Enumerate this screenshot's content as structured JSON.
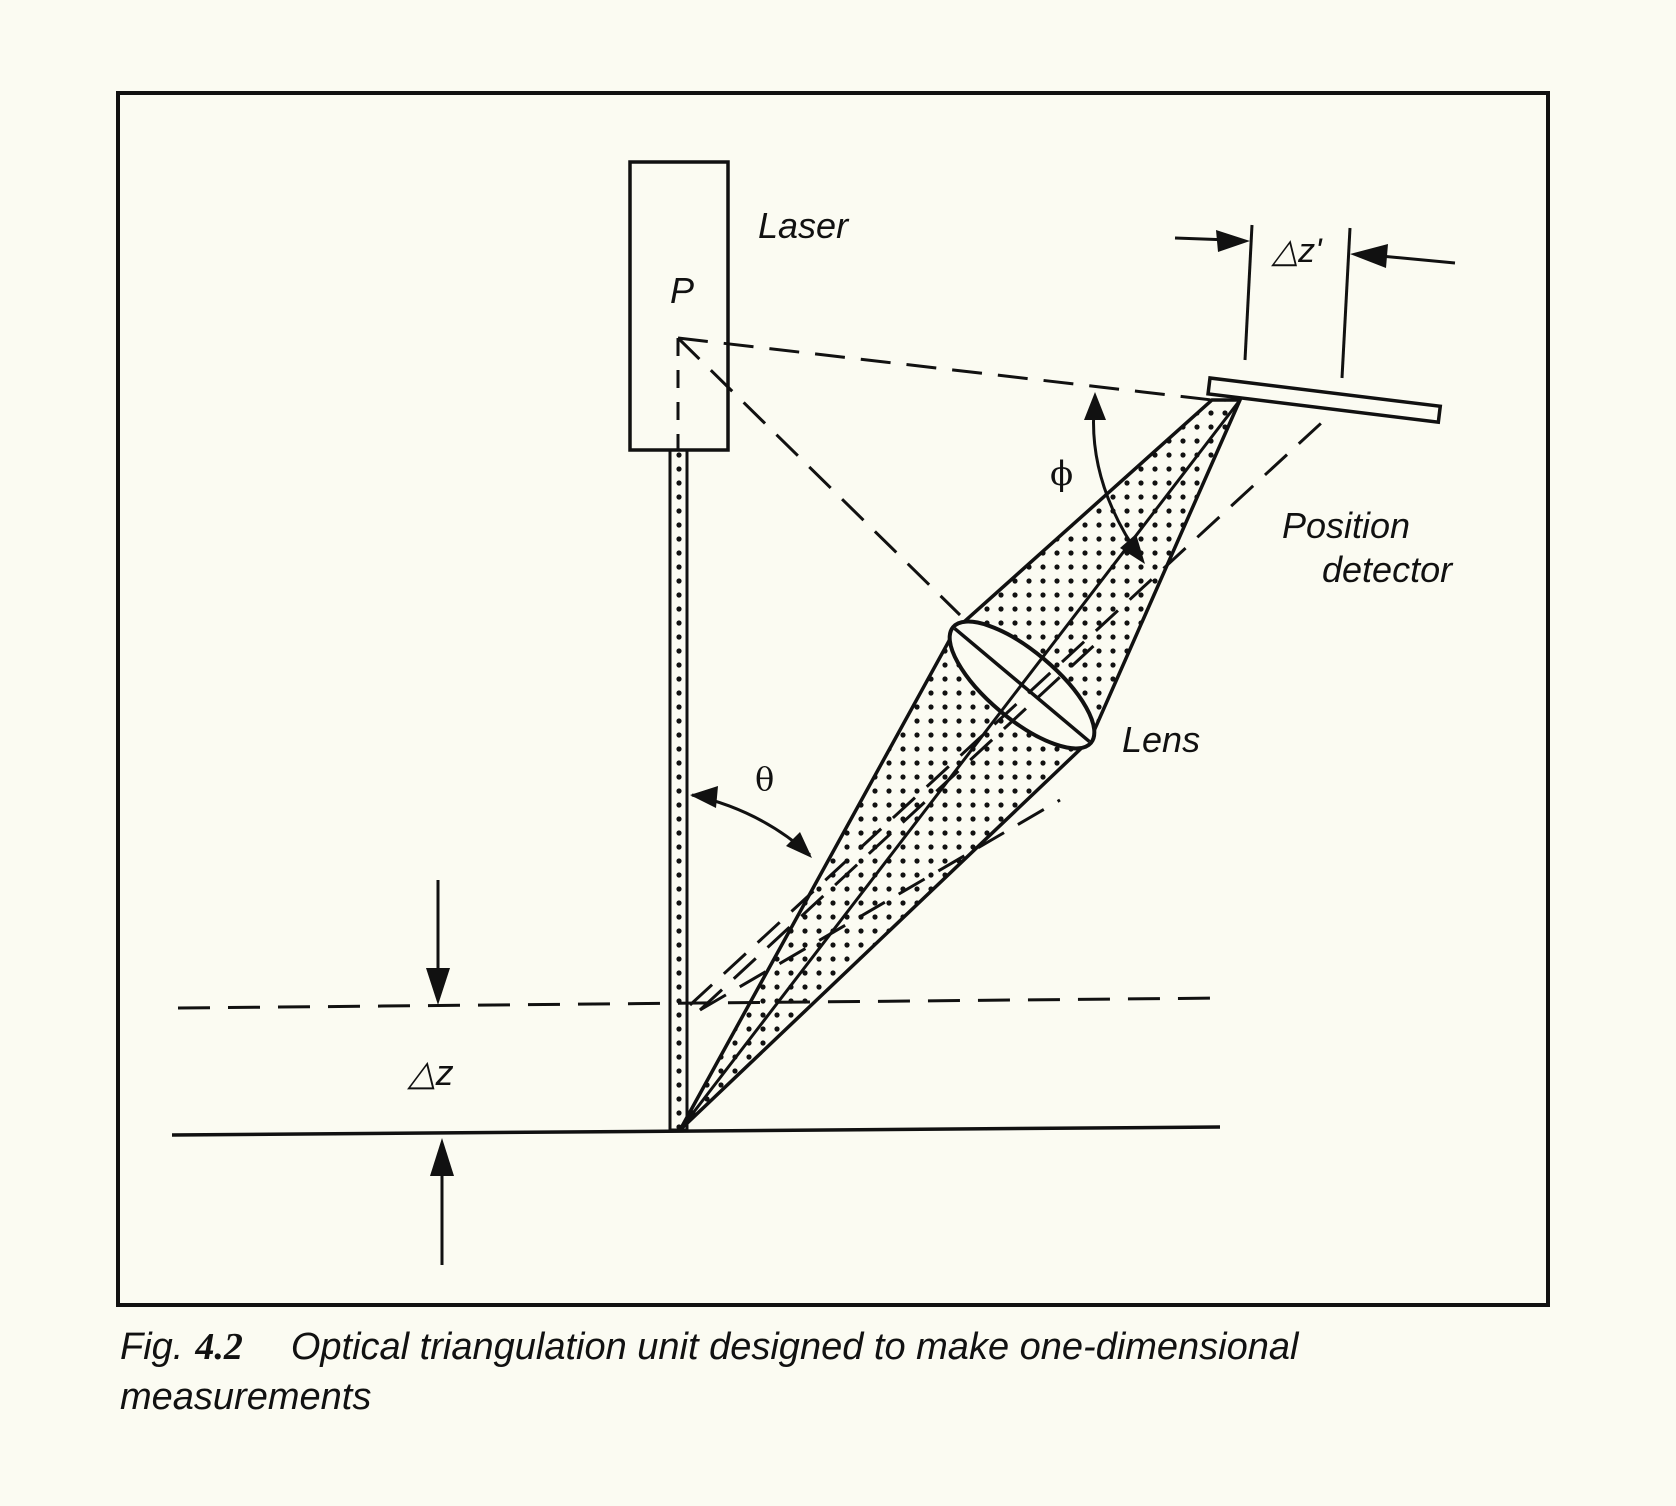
{
  "figure": {
    "labels": {
      "laser": "Laser",
      "point_p": "P",
      "delta_z_prime": "△z'",
      "phi": "ϕ",
      "position_detector_line1": "Position",
      "position_detector_line2": "detector",
      "lens": "Lens",
      "theta": "θ",
      "delta_z": "△z"
    },
    "caption": {
      "prefix": "Fig.",
      "number": "4.2",
      "text": "Optical triangulation unit designed to make one-dimensional measurements"
    }
  }
}
